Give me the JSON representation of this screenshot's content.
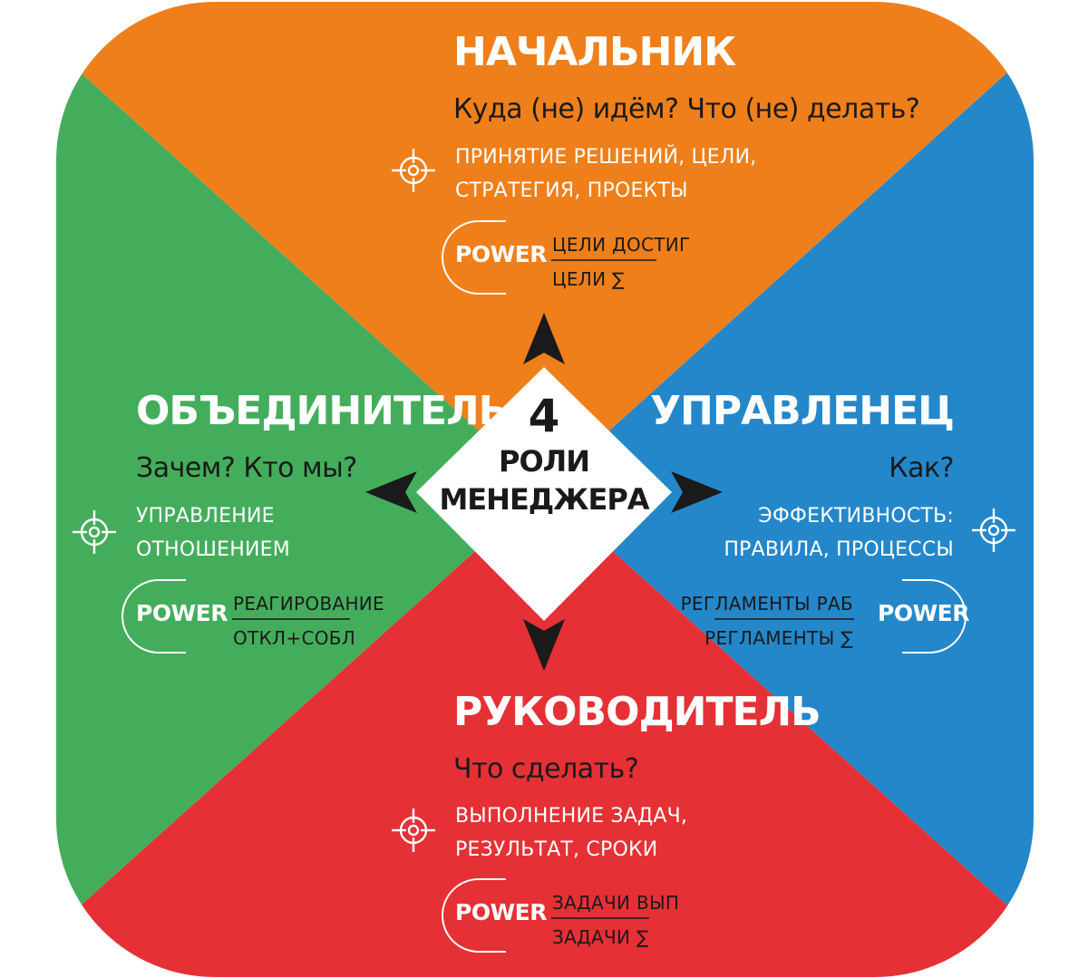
{
  "center": {
    "number": "4",
    "line1": "РОЛИ",
    "line2": "МЕНЕДЖЕРА"
  },
  "colors": {
    "top": "#ef7f1a",
    "left": "#44ad5c",
    "right": "#2487ca",
    "bottom": "#e53035",
    "diamond": "#ffffff",
    "arrow": "#1a1a1a"
  },
  "roles": {
    "top": {
      "title": "НАЧАЛЬНИК",
      "question": "Куда (не) идём? Что (не) делать?",
      "desc_line1": "ПРИНЯТИЕ РЕШЕНИЙ, ЦЕЛИ,",
      "desc_line2": "СТРАТЕГИЯ, ПРОЕКТЫ",
      "icon": "target-icon",
      "power": "POWER",
      "numerator": "ЦЕЛИ ДОСТИГ",
      "denominator": "ЦЕЛИ ∑"
    },
    "left": {
      "title": "ОБЪЕДИНИТЕЛЬ",
      "question": "Зачем? Кто мы?",
      "desc_line1": "УПРАВЛЕНИЕ",
      "desc_line2": "ОТНОШЕНИЕМ",
      "icon": "target-icon",
      "power": "POWER",
      "numerator": "РЕАГИРОВАНИЕ",
      "denominator": "ОТКЛ+СОБЛ"
    },
    "right": {
      "title": "УПРАВЛЕНЕЦ",
      "question": "Как?",
      "desc_line1": "ЭФФЕКТИВНОСТЬ:",
      "desc_line2": "ПРАВИЛА, ПРОЦЕССЫ",
      "icon": "target-icon",
      "power": "POWER",
      "numerator": "РЕГЛАМЕНТЫ РАБ",
      "denominator": "РЕГЛАМЕНТЫ ∑"
    },
    "bottom": {
      "title": "РУКОВОДИТЕЛЬ",
      "question": "Что сделать?",
      "desc_line1": "ВЫПОЛНЕНИЕ ЗАДАЧ,",
      "desc_line2": "РЕЗУЛЬТАТ, СРОКИ",
      "icon": "target-icon",
      "power": "POWER",
      "numerator": "ЗАДАЧИ ВЫП",
      "denominator": "ЗАДАЧИ ∑"
    }
  }
}
